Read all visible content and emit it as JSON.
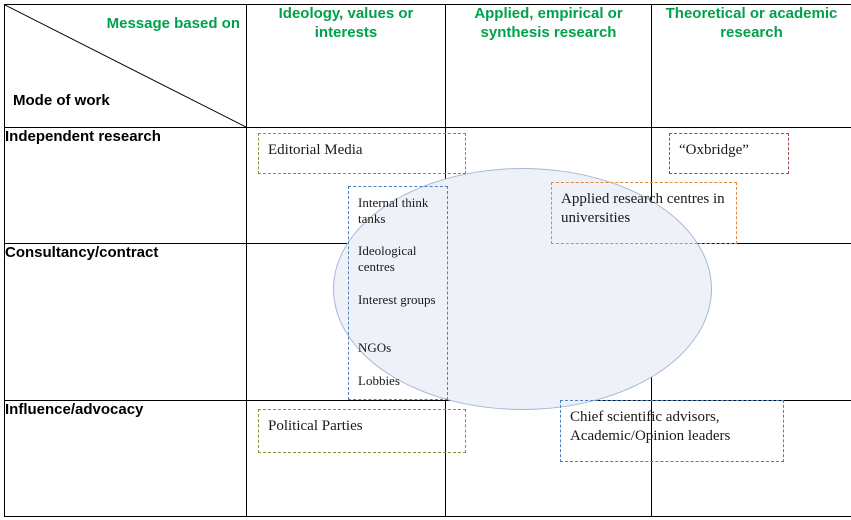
{
  "matrix": {
    "corner": {
      "column_axis_label": "Message based on",
      "row_axis_label": "Mode of work",
      "diagonal_icon": "diagonal-divider-line"
    },
    "column_headers": [
      "Ideology, values or interests",
      "Applied, empirical or synthesis research",
      "Theoretical or academic research"
    ],
    "row_headers": [
      "Independent research",
      "Consultancy/contract",
      "Influence/advocacy"
    ]
  },
  "annotations": {
    "editorial_media": "Editorial Media",
    "oxbridge": "“Oxbridge”",
    "applied_research_centres": "Applied research centres in universities",
    "political_parties": "Political Parties",
    "chief_scientific_advisors": "Chief scientific advisors, Academic/Opinion leaders",
    "stack": [
      "Internal think tanks",
      "Ideological centres",
      "Interest groups",
      "NGOs",
      "Lobbies"
    ]
  },
  "shapes": {
    "ellipse_name": "overlap-ellipse"
  },
  "colors": {
    "header_green": "#00a14b",
    "row_label_black": "#000000",
    "grid_black": "#000000",
    "ellipse_fill": "#eef2f8",
    "ellipse_stroke": "#a7b8d4",
    "box_olive": "#8a8f3c",
    "box_maroon": "#9c4a4a",
    "box_orange": "#e08a3c",
    "box_blue": "#4a7fc1"
  }
}
